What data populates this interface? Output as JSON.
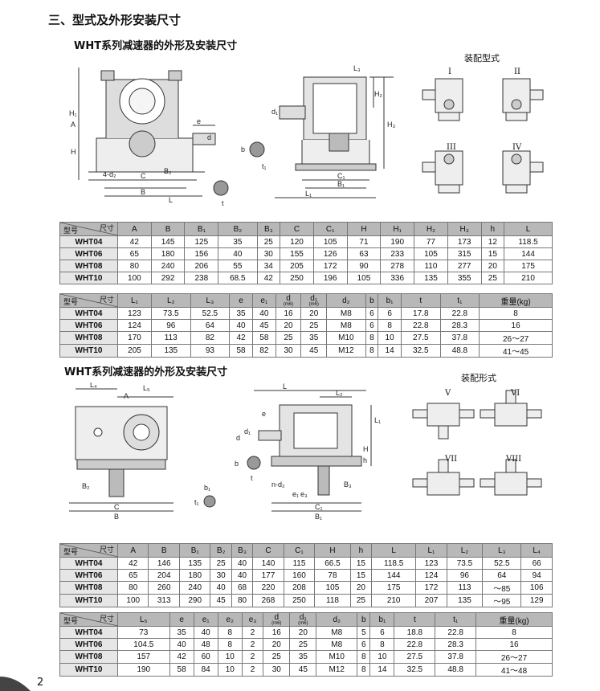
{
  "heading_main": "三、型式及外形安装尺寸",
  "section1": {
    "title": "WHT系列减速器的外形及安装尺寸",
    "assembly_title": "装配型式",
    "assembly_labels": [
      "I",
      "II",
      "III",
      "IV"
    ],
    "drawing_labels": [
      "H₁",
      "A",
      "H",
      "4-d₂",
      "e",
      "d",
      "C",
      "B₂",
      "B",
      "L",
      "b",
      "t₁",
      "t",
      "d₁",
      "L₃",
      "H₂",
      "H₃",
      "C₁",
      "B₁",
      "L₁"
    ]
  },
  "section2": {
    "title": "WHT系列减速器的外形及安装尺寸",
    "assembly_title": "装配形式",
    "assembly_labels": [
      "V",
      "VI",
      "VII",
      "VIII"
    ],
    "drawing_labels": [
      "L₄",
      "A",
      "L₅",
      "B₂",
      "C",
      "B",
      "b₁",
      "t₁",
      "d₁",
      "b",
      "t",
      "d",
      "e",
      "L",
      "L₂",
      "L₁",
      "H",
      "h",
      "n-d₂",
      "e₁",
      "e₃",
      "B₃",
      "C₁",
      "B₁"
    ]
  },
  "corner": {
    "top": "尺寸",
    "bottom": "型号"
  },
  "table1": {
    "headers": [
      "A",
      "B",
      "B₁",
      "B₂",
      "B₃",
      "C",
      "C₁",
      "H",
      "H₁",
      "H₂",
      "H₃",
      "h",
      "L"
    ],
    "rows": [
      [
        "WHT04",
        "42",
        "145",
        "125",
        "35",
        "25",
        "120",
        "105",
        "71",
        "190",
        "77",
        "173",
        "12",
        "118.5"
      ],
      [
        "WHT06",
        "65",
        "180",
        "156",
        "40",
        "30",
        "155",
        "126",
        "63",
        "233",
        "105",
        "315",
        "15",
        "144"
      ],
      [
        "WHT08",
        "80",
        "240",
        "206",
        "55",
        "34",
        "205",
        "172",
        "90",
        "278",
        "110",
        "277",
        "20",
        "175"
      ],
      [
        "WHT10",
        "100",
        "292",
        "238",
        "68.5",
        "42",
        "250",
        "196",
        "105",
        "336",
        "135",
        "355",
        "25",
        "210"
      ]
    ]
  },
  "table2": {
    "headers": [
      "L₁",
      "L₂",
      "L₃",
      "e",
      "e₁",
      "d",
      "d₁",
      "d₂",
      "b",
      "b₁",
      "t",
      "t₁",
      "重量(kg)"
    ],
    "sub": {
      "5": "(m6)",
      "6": "(m6)"
    },
    "rows": [
      [
        "WHT04",
        "123",
        "73.5",
        "52.5",
        "35",
        "40",
        "16",
        "20",
        "M8",
        "6",
        "6",
        "17.8",
        "22.8",
        "8"
      ],
      [
        "WHT06",
        "124",
        "96",
        "64",
        "40",
        "45",
        "20",
        "25",
        "M8",
        "6",
        "8",
        "22.8",
        "28.3",
        "16"
      ],
      [
        "WHT08",
        "170",
        "113",
        "82",
        "42",
        "58",
        "25",
        "35",
        "M10",
        "8",
        "10",
        "27.5",
        "37.8",
        "26～27"
      ],
      [
        "WHT10",
        "205",
        "135",
        "93",
        "58",
        "82",
        "30",
        "45",
        "M12",
        "8",
        "14",
        "32.5",
        "48.8",
        "41～45"
      ]
    ]
  },
  "table3": {
    "headers": [
      "A",
      "B",
      "B₁",
      "B₂",
      "B₃",
      "C",
      "C₁",
      "H",
      "h",
      "L",
      "L₁",
      "L₂",
      "L₃",
      "L₄"
    ],
    "rows": [
      [
        "WHT04",
        "42",
        "146",
        "135",
        "25",
        "40",
        "140",
        "115",
        "66.5",
        "15",
        "118.5",
        "123",
        "73.5",
        "52.5",
        "66"
      ],
      [
        "WHT06",
        "65",
        "204",
        "180",
        "30",
        "40",
        "177",
        "160",
        "78",
        "15",
        "144",
        "124",
        "96",
        "64",
        "94"
      ],
      [
        "WHT08",
        "80",
        "260",
        "240",
        "40",
        "68",
        "220",
        "208",
        "105",
        "20",
        "175",
        "172",
        "113",
        "～85",
        "106"
      ],
      [
        "WHT10",
        "100",
        "313",
        "290",
        "45",
        "80",
        "268",
        "250",
        "118",
        "25",
        "210",
        "207",
        "135",
        "～95",
        "129"
      ]
    ]
  },
  "table4": {
    "headers": [
      "L₅",
      "e",
      "e₁",
      "e₂",
      "e₃",
      "d",
      "d₁",
      "d₂",
      "b",
      "b₁",
      "t",
      "t₁",
      "重量(kg)"
    ],
    "sub": {
      "5": "(m6)",
      "6": "(m6)"
    },
    "rows": [
      [
        "WHT04",
        "73",
        "35",
        "40",
        "8",
        "2",
        "16",
        "20",
        "M8",
        "5",
        "6",
        "18.8",
        "22.8",
        "8"
      ],
      [
        "WHT06",
        "104.5",
        "40",
        "48",
        "8",
        "2",
        "20",
        "25",
        "M8",
        "6",
        "8",
        "22.8",
        "28.3",
        "16"
      ],
      [
        "WHT08",
        "157",
        "42",
        "60",
        "10",
        "2",
        "25",
        "35",
        "M10",
        "8",
        "10",
        "27.5",
        "37.8",
        "26～27"
      ],
      [
        "WHT10",
        "190",
        "58",
        "84",
        "10",
        "2",
        "30",
        "45",
        "M12",
        "8",
        "14",
        "32.5",
        "48.8",
        "41～48"
      ]
    ]
  },
  "page_number": "2"
}
